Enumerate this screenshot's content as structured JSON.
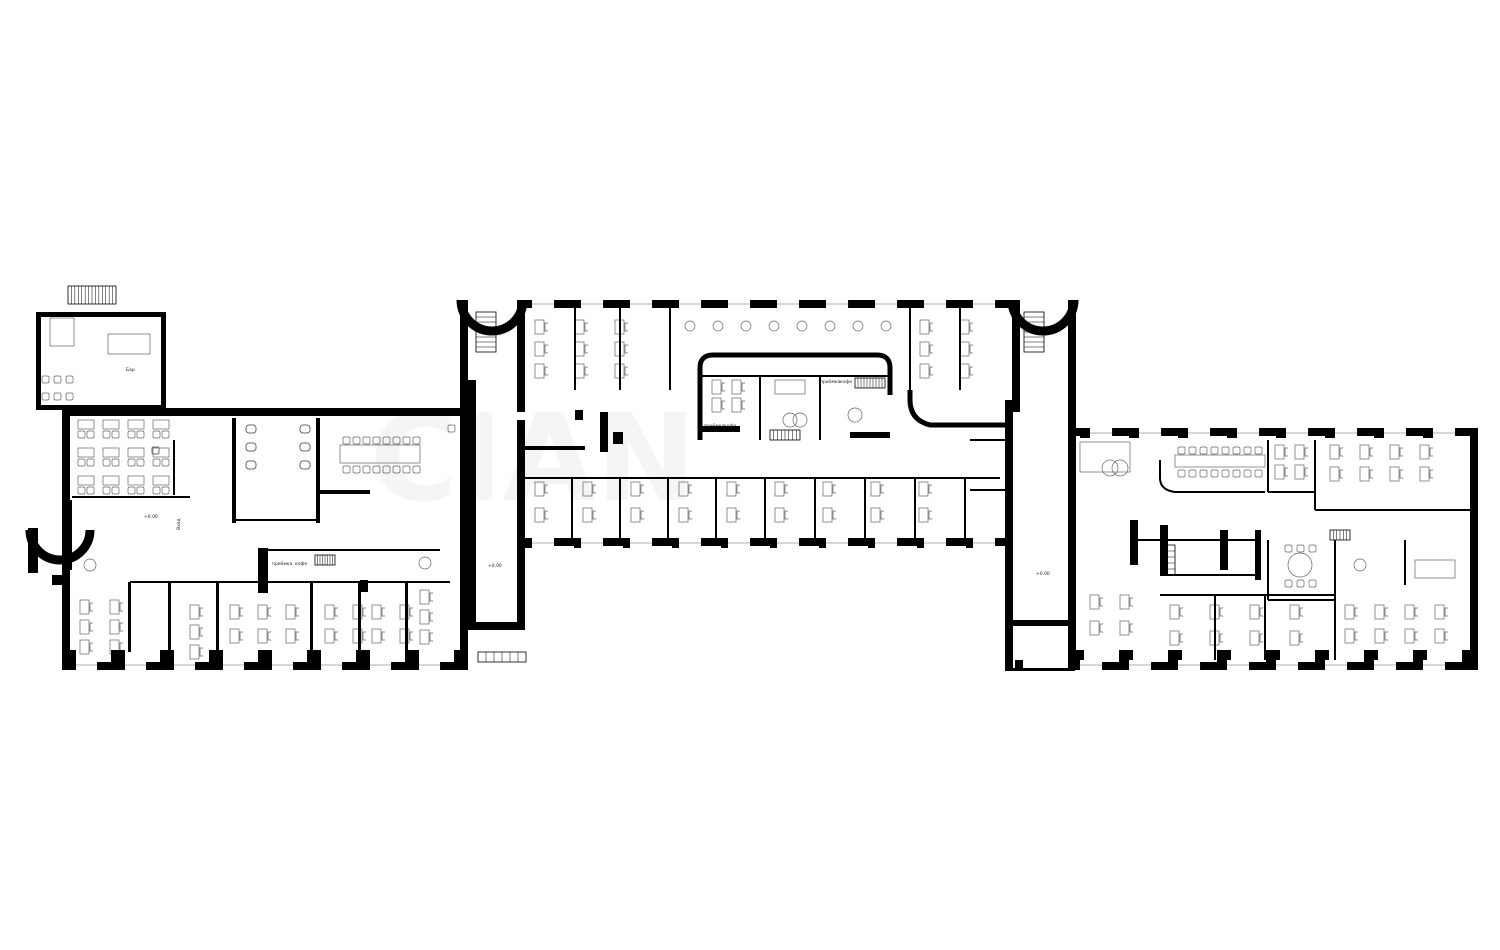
{
  "plan": {
    "labels": {
      "bar": "Бар",
      "coffee": "кофе",
      "reception": "приёмка",
      "entrance": "Вход",
      "level_mark": "+0.00"
    },
    "watermark": "CIAN",
    "colors": {
      "wall": "#000000",
      "line": "#555555",
      "background": "#ffffff"
    }
  }
}
